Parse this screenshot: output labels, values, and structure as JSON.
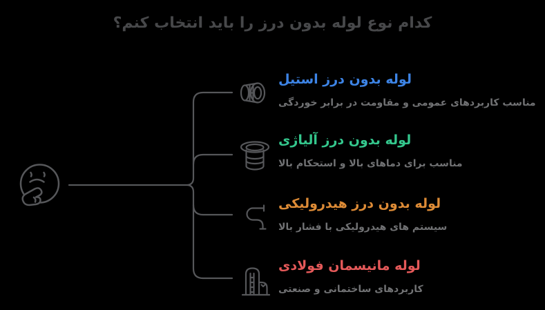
{
  "canvas": {
    "background": "#000000"
  },
  "header": {
    "title": "کدام نوع لوله بدون درز را باید انتخاب کنم؟",
    "title_color": "#47484a"
  },
  "diagram": {
    "root_icon": "thinking-face-icon",
    "connector_color": "#56575a",
    "icon_color": "#56575a",
    "subtitle_color": "#717274",
    "items": [
      {
        "icon": "seamless-pipe-icon",
        "title": "لوله بدون درز استیل",
        "title_color": "#3d84e6",
        "subtitle": "مناسب کاربردهای عمومی و مقاومت در برابر خوردگی"
      },
      {
        "icon": "pipe-flange-icon",
        "title": "لوله بدون درز آلیاژی",
        "title_color": "#34c78d",
        "subtitle": "مناسب برای دماهای بالا و استحکام بالا"
      },
      {
        "icon": "hydraulic-pipe-icon",
        "title": "لوله بدون درز هیدرولیکی",
        "title_color": "#dd8b36",
        "subtitle": "سیستم های هیدرولیکی با فشار بالا"
      },
      {
        "icon": "steel-silo-icon",
        "title": "لوله مانیسمان فولادی",
        "title_color": "#e45959",
        "subtitle": "کاربردهای ساختمانی و صنعتی"
      }
    ]
  }
}
